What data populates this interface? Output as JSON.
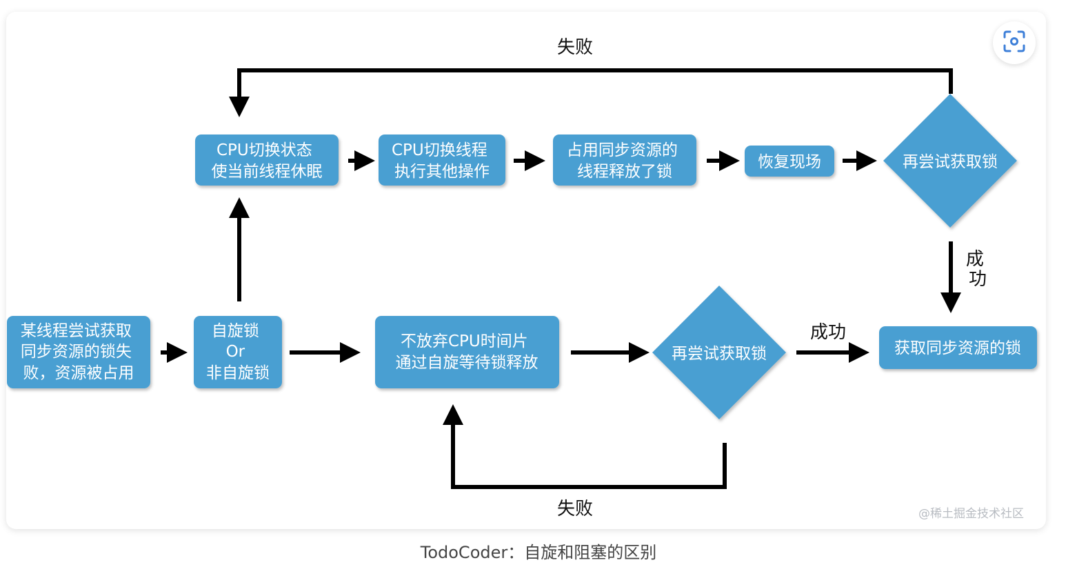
{
  "diagram": {
    "nodes": {
      "start": [
        "某线程尝试获取",
        "同步资源的锁失",
        "败，资源被占用"
      ],
      "choice": [
        "自旋锁",
        "Or",
        "非自旋锁"
      ],
      "cpu_switch_state": [
        "CPU切换状态",
        "使当前线程休眠"
      ],
      "cpu_switch_thread": [
        "CPU切换线程",
        "执行其他操作"
      ],
      "holder_release": [
        "占用同步资源的",
        "线程释放了锁"
      ],
      "restore": [
        "恢复现场"
      ],
      "retry_top": [
        "再尝试获取锁"
      ],
      "spin_wait": [
        "不放弃CPU时间片",
        "通过自旋等待锁释放"
      ],
      "retry_bottom": [
        "再尝试获取锁"
      ],
      "acquired": [
        "获取同步资源的锁"
      ]
    },
    "edge_labels": {
      "fail_top": "失败",
      "fail_bottom": "失败",
      "success_vertical": [
        "成",
        "功"
      ],
      "success_horizontal": "成功"
    },
    "colors": {
      "node_fill": "#4a9fd2",
      "edge": "#000000",
      "node_text": "#ffffff"
    }
  },
  "toolbar": {
    "scan_icon": "scan-icon"
  },
  "watermark": "@稀土掘金技术社区",
  "caption": "TodoCoder：自旋和阻塞的区别"
}
